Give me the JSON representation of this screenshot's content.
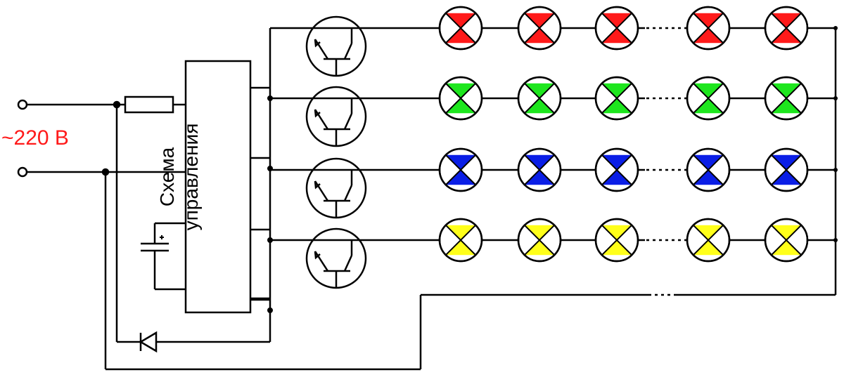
{
  "voltage": {
    "label": "~220 В"
  },
  "control_block": {
    "line1": "Схема",
    "line2": "управления"
  },
  "strings": [
    {
      "color": "#ff1a1a"
    },
    {
      "color": "#1ee61e"
    },
    {
      "color": "#0a1ee6"
    },
    {
      "color": "#ffff1a"
    }
  ],
  "lamps_per_string": 5
}
